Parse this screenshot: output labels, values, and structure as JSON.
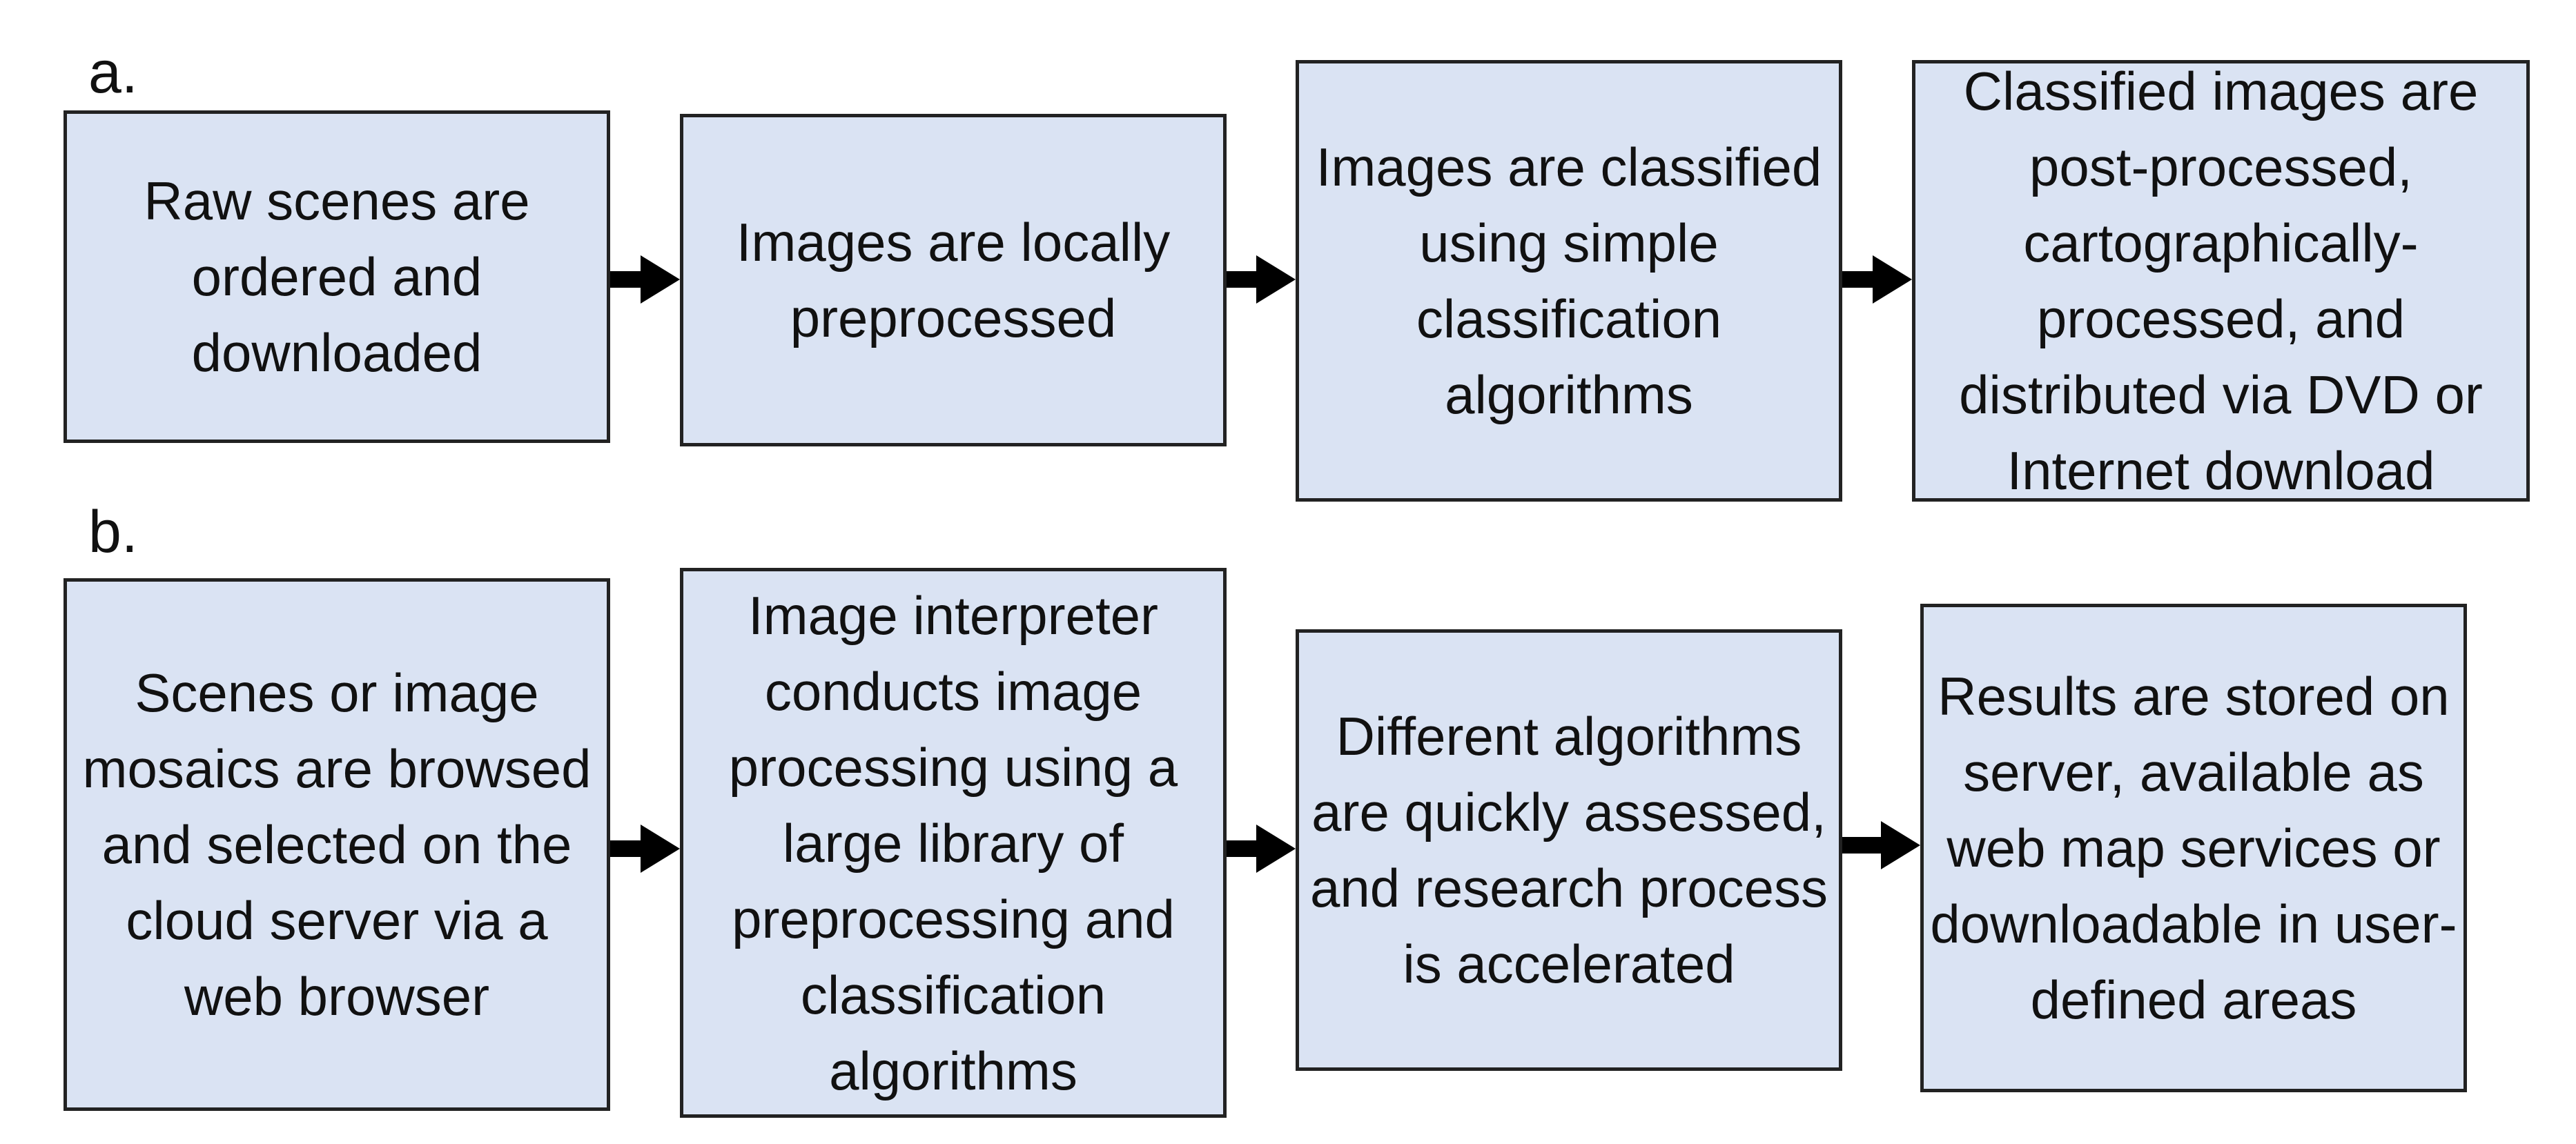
{
  "panels": {
    "a": {
      "label": "a.",
      "steps": [
        "Raw scenes are ordered and downloaded",
        "Images are locally preprocessed",
        "Images are classified using simple classification algorithms",
        "Classified images are post-processed, cartographically-processed, and distributed via DVD or Internet download"
      ]
    },
    "b": {
      "label": "b.",
      "steps": [
        "Scenes or image mosaics are browsed and selected on the cloud server via a web browser",
        "Image interpreter conducts image processing using a large library of preprocessing and classification algorithms",
        "Different algorithms are quickly assessed, and research process is accelerated",
        "Results are stored on server, available as web map services or downloadable in user-defined areas"
      ]
    }
  },
  "colors": {
    "box_fill": "#dae3f3",
    "box_border": "#222222",
    "arrow": "#000000"
  }
}
